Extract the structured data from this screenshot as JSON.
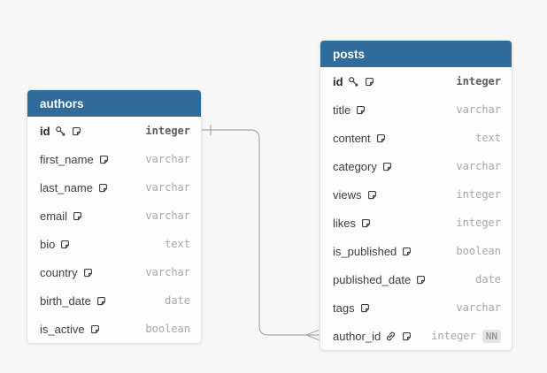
{
  "diagram": {
    "kind": "entity-relationship-diagram"
  },
  "colors": {
    "canvas_bg": "#f7f7f8",
    "table_header_bg": "#2f6b9b",
    "table_header_text": "#ffffff",
    "card_bg": "#fdfdfd",
    "card_border": "#e4e4e7",
    "field_name": "#3d3f46",
    "field_type": "#a7a7ac",
    "pk_name": "#26262e",
    "pk_type": "#5d5d64",
    "relationship_line": "#a5a8af",
    "badge_bg": "#e4e4e7",
    "badge_text": "#82828a"
  },
  "tables": [
    {
      "name": "authors",
      "fields": [
        {
          "name": "id",
          "type": "integer",
          "primary_key": true,
          "note": true
        },
        {
          "name": "first_name",
          "type": "varchar",
          "note": true
        },
        {
          "name": "last_name",
          "type": "varchar",
          "note": true
        },
        {
          "name": "email",
          "type": "varchar",
          "note": true
        },
        {
          "name": "bio",
          "type": "text",
          "note": true
        },
        {
          "name": "country",
          "type": "varchar",
          "note": true
        },
        {
          "name": "birth_date",
          "type": "date",
          "note": true
        },
        {
          "name": "is_active",
          "type": "boolean",
          "note": true
        }
      ]
    },
    {
      "name": "posts",
      "fields": [
        {
          "name": "id",
          "type": "integer",
          "primary_key": true,
          "note": true
        },
        {
          "name": "title",
          "type": "varchar",
          "note": true
        },
        {
          "name": "content",
          "type": "text",
          "note": true
        },
        {
          "name": "category",
          "type": "varchar",
          "note": true
        },
        {
          "name": "views",
          "type": "integer",
          "note": true
        },
        {
          "name": "likes",
          "type": "integer",
          "note": true
        },
        {
          "name": "is_published",
          "type": "boolean",
          "note": true
        },
        {
          "name": "published_date",
          "type": "date",
          "note": true
        },
        {
          "name": "tags",
          "type": "varchar",
          "note": true
        },
        {
          "name": "author_id",
          "type": "integer",
          "foreign_key": true,
          "note": true,
          "badge": "NN"
        }
      ]
    }
  ],
  "relationship": {
    "from_table": "authors",
    "from_field": "id",
    "to_table": "posts",
    "to_field": "author_id",
    "cardinality": "one-to-many"
  }
}
